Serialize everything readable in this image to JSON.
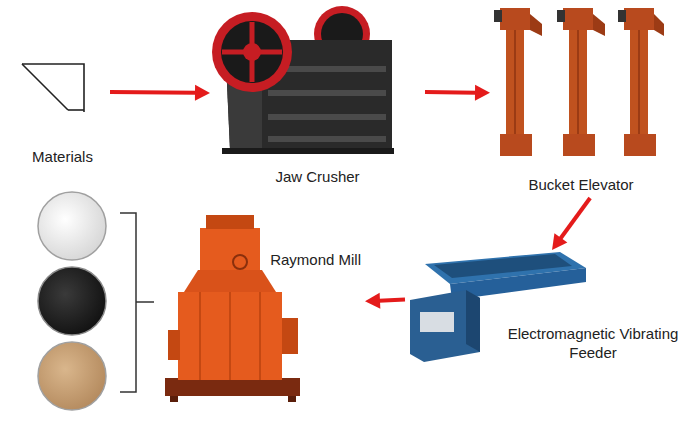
{
  "diagram": {
    "nodes": [
      {
        "text": [
          "Materials"
        ]
      },
      {
        "text": [
          "Jaw Crusher"
        ]
      },
      {
        "text": [
          "Bucket Elevator"
        ]
      },
      {
        "text": [
          "Electromagnetic Vibrating Feeder"
        ]
      },
      {
        "text": [
          "Raymond Mill"
        ]
      }
    ],
    "edges": [
      {
        "from": 0,
        "to": 1,
        "arrow": "to"
      },
      {
        "from": 1,
        "to": 2,
        "arrow": "to"
      },
      {
        "from": 2,
        "to": 3,
        "arrow": "to"
      },
      {
        "from": 3,
        "to": 4,
        "arrow": "to"
      }
    ]
  }
}
